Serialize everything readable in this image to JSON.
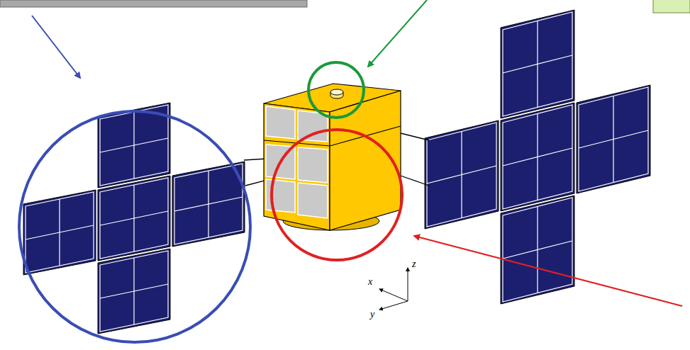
{
  "diagram": {
    "labels": [
      "x",
      "y",
      "z"
    ]
  }
}
